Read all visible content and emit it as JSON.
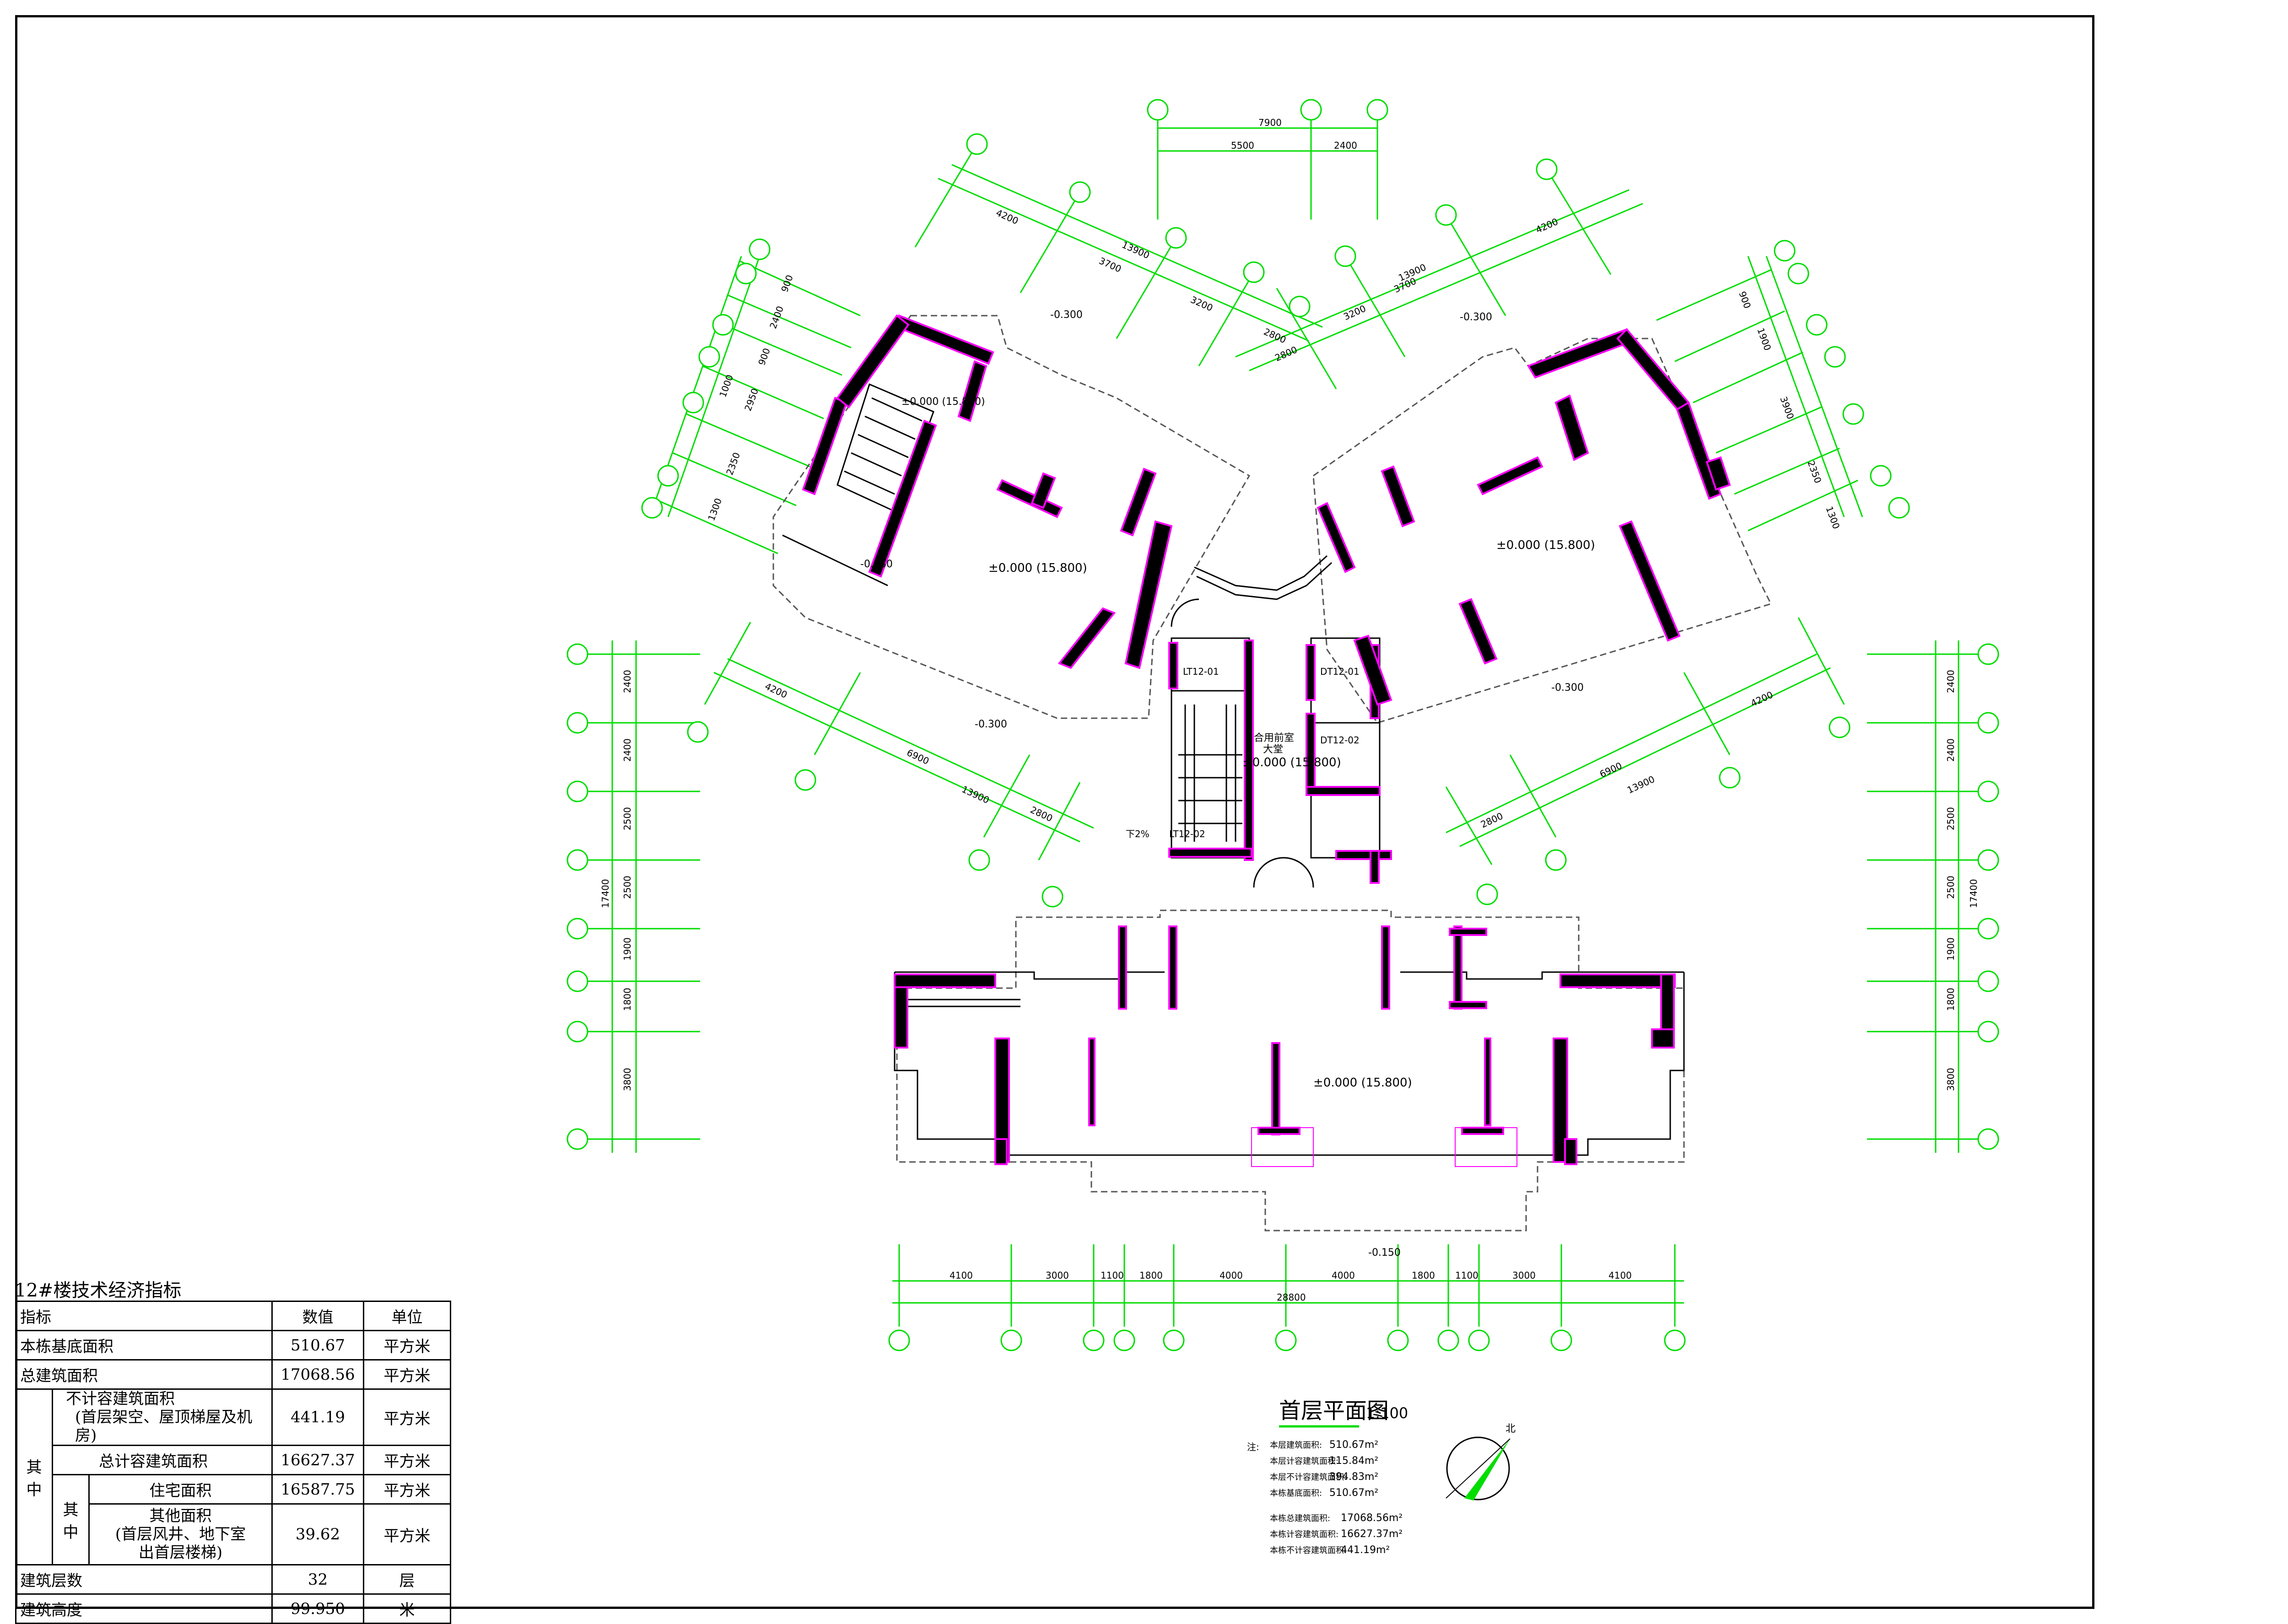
{
  "drawing": {
    "title": "首层平面图",
    "scale": "1:100",
    "north_label": "北",
    "notes_label": "注:",
    "area_notes": [
      {
        "label": "本层建筑面积:",
        "value": "510.67m²"
      },
      {
        "label": "本层计容建筑面积:",
        "value": "115.84m²"
      },
      {
        "label": "本层不计容建筑面积:",
        "value": "394.83m²"
      },
      {
        "label": "本栋基底面积:",
        "value": "510.67m²"
      },
      {
        "label": "本栋总建筑面积:",
        "value": "17068.56m²"
      },
      {
        "label": "本栋计容建筑面积:",
        "value": "16627.37m²"
      },
      {
        "label": "本栋不计容建筑面积:",
        "value": "441.19m²"
      }
    ],
    "room_labels": [
      {
        "id": "lt1",
        "text": "LT12-01"
      },
      {
        "id": "lt2",
        "text": "LT12-02"
      },
      {
        "id": "dt1",
        "text": "DT12-01"
      },
      {
        "id": "dt2",
        "text": "DT12-02"
      },
      {
        "id": "lobby",
        "text": "合用前室"
      },
      {
        "id": "lobby2",
        "text": "大堂"
      },
      {
        "id": "elev-a",
        "text": "±0.000 (15.800)"
      },
      {
        "id": "elev-b",
        "text": "±0.000 (15.800)"
      },
      {
        "id": "elev-c",
        "text": "±0.000 (15.800)"
      },
      {
        "id": "elev-d",
        "text": "±0.000 (15.800)"
      },
      {
        "id": "elev-e",
        "text": "±0.000 (15.800)"
      },
      {
        "id": "elev-f",
        "text": "-0.300"
      },
      {
        "id": "elev-g",
        "text": "-0.300"
      },
      {
        "id": "elev-h",
        "text": "-0.300"
      },
      {
        "id": "elev-i",
        "text": "-0.300"
      },
      {
        "id": "elev-j",
        "text": "-0.150"
      },
      {
        "id": "elev-k",
        "text": "-0.030"
      },
      {
        "id": "xiadao",
        "text": "下2%"
      }
    ],
    "dims_bottom": [
      "4100",
      "3000",
      "1100",
      "1800",
      "4000",
      "4000",
      "1800",
      "1100",
      "3000",
      "4100"
    ],
    "dim_bottom_total": "28800",
    "dims_left": [
      "2400",
      "2400",
      "2500",
      "2500",
      "1900",
      "1800",
      "3800"
    ],
    "dim_left_total": "17400",
    "dims_right": [
      "2400",
      "2400",
      "2500",
      "2500",
      "1900",
      "1800",
      "3800"
    ],
    "dim_right_total": "17400",
    "dims_top": [
      "5500",
      "2400"
    ],
    "dim_top_total": "7900",
    "dims_ul": [
      "4200",
      "3700",
      "3200",
      "2800"
    ],
    "dim_ul_total": "13900",
    "dims_ur": [
      "4200",
      "3700",
      "3200",
      "2800"
    ],
    "dim_ur_total": "13900",
    "dims_ll": [
      "4200",
      "6900",
      "2800"
    ],
    "dim_ll_total": "13900",
    "dims_lr": [
      "4200",
      "6900",
      "2800"
    ],
    "dim_lr_total": "13900",
    "dims_far_left": [
      "900",
      "2400",
      "900",
      "1000",
      "2950",
      "2350",
      "1300"
    ],
    "dims_far_right": [
      "900",
      "1900",
      "3900",
      "2350",
      "1300"
    ]
  },
  "table": {
    "title": "12#楼技术经济指标",
    "headers": [
      "指标",
      "数值",
      "单位"
    ],
    "rows": {
      "base_area": {
        "label": "本栋基底面积",
        "value": "510.67",
        "unit": "平方米"
      },
      "total_area": {
        "label": "总建筑面积",
        "value": "17068.56",
        "unit": "平方米"
      },
      "non_fa": {
        "label_1": "不计容建筑面积",
        "label_2": "(首层架空、屋顶梯屋及机房)",
        "value": "441.19",
        "unit": "平方米"
      },
      "total_fa": {
        "label": "总计容建筑面积",
        "value": "16627.37",
        "unit": "平方米"
      },
      "of_which_outer": "其中",
      "of_which_inner": "其中",
      "residential": {
        "label": "住宅面积",
        "value": "16587.75",
        "unit": "平方米"
      },
      "other": {
        "label_1": "其他面积",
        "label_2": "(首层风井、地下室",
        "label_3": "出首层楼梯)",
        "value": "39.62",
        "unit": "平方米"
      },
      "floors": {
        "label": "建筑层数",
        "value": "32",
        "unit": "层"
      },
      "height": {
        "label": "建筑高度",
        "value": "99.950",
        "unit": "米"
      }
    }
  },
  "colors": {
    "grid": "#00dd00",
    "wall": "#000000",
    "wall_outline": "#ff00ff",
    "dashed": "#555555"
  }
}
